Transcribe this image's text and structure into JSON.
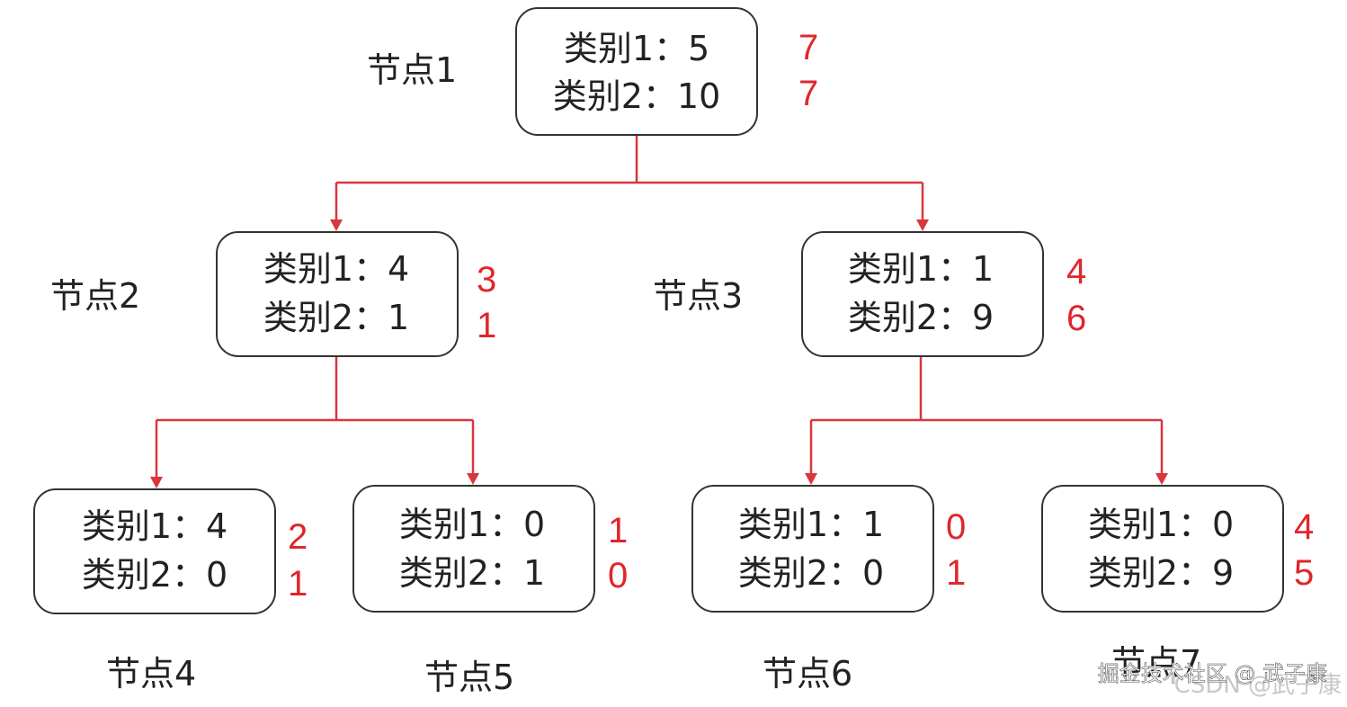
{
  "nodes": [
    {
      "name": "节点1",
      "lines": [
        "类别1：5",
        "类别2：10"
      ],
      "counts": [
        "7",
        "7"
      ]
    },
    {
      "name": "节点2",
      "lines": [
        "类别1：4",
        "类别2：1"
      ],
      "counts": [
        "3",
        "1"
      ]
    },
    {
      "name": "节点3",
      "lines": [
        "类别1：1",
        "类别2：9"
      ],
      "counts": [
        "4",
        "6"
      ]
    },
    {
      "name": "节点4",
      "lines": [
        "类别1：4",
        "类别2：0"
      ],
      "counts": [
        "2",
        "1"
      ]
    },
    {
      "name": "节点5",
      "lines": [
        "类别1：0",
        "类别2：1"
      ],
      "counts": [
        "1",
        "0"
      ]
    },
    {
      "name": "节点6",
      "lines": [
        "类别1：1",
        "类别2：0"
      ],
      "counts": [
        "0",
        "1"
      ]
    },
    {
      "name": "节点7",
      "lines": [
        "类别1：0",
        "类别2：9"
      ],
      "counts": [
        "4",
        "5"
      ]
    }
  ],
  "watermark": {
    "text": "掘金技术社区 @ 武子康",
    "background_text": "CSDN @武子康"
  },
  "colors": {
    "edge": "#d9363e",
    "count": "#e0262b",
    "box_border": "#333333",
    "text": "#222222"
  }
}
